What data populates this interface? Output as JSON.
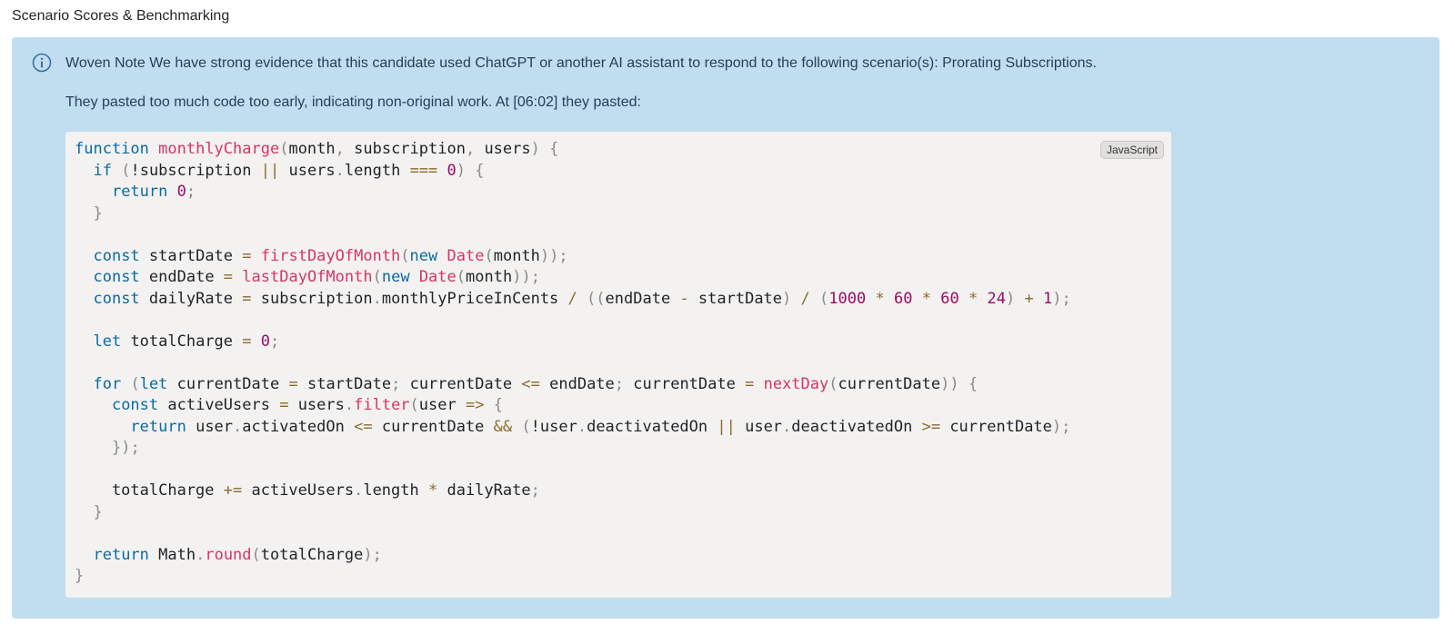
{
  "page": {
    "title": "Scenario Scores & Benchmarking"
  },
  "note": {
    "icon": "info-icon",
    "line1": "Woven Note We have strong evidence that this candidate used ChatGPT or another AI assistant to respond to the following scenario(s): Prorating Subscriptions.",
    "line2": "They pasted too much code too early, indicating non-original work. At [06:02] they pasted:",
    "background_color": "#c1ddf0"
  },
  "code_block": {
    "language": "JavaScript",
    "lines": [
      "function monthlyCharge(month, subscription, users) {",
      "  if (!subscription || users.length === 0) {",
      "    return 0;",
      "  }",
      "",
      "  const startDate = firstDayOfMonth(new Date(month));",
      "  const endDate = lastDayOfMonth(new Date(month));",
      "  const dailyRate = subscription.monthlyPriceInCents / ((endDate - startDate) / (1000 * 60 * 60 * 24) + 1);",
      "",
      "  let totalCharge = 0;",
      "",
      "  for (let currentDate = startDate; currentDate <= endDate; currentDate = nextDay(currentDate)) {",
      "    const activeUsers = users.filter(user => {",
      "      return user.activatedOn <= currentDate && (!user.deactivatedOn || user.deactivatedOn >= currentDate);",
      "    });",
      "",
      "    totalCharge += activeUsers.length * dailyRate;",
      "  }",
      "",
      "  return Math.round(totalCharge);",
      "}"
    ],
    "colors": {
      "keyword": "#0b6aa0",
      "function": "#d93463",
      "number": "#9b0b66",
      "operator": "#8a6b2d",
      "punctuation": "#8a8a8a"
    }
  }
}
